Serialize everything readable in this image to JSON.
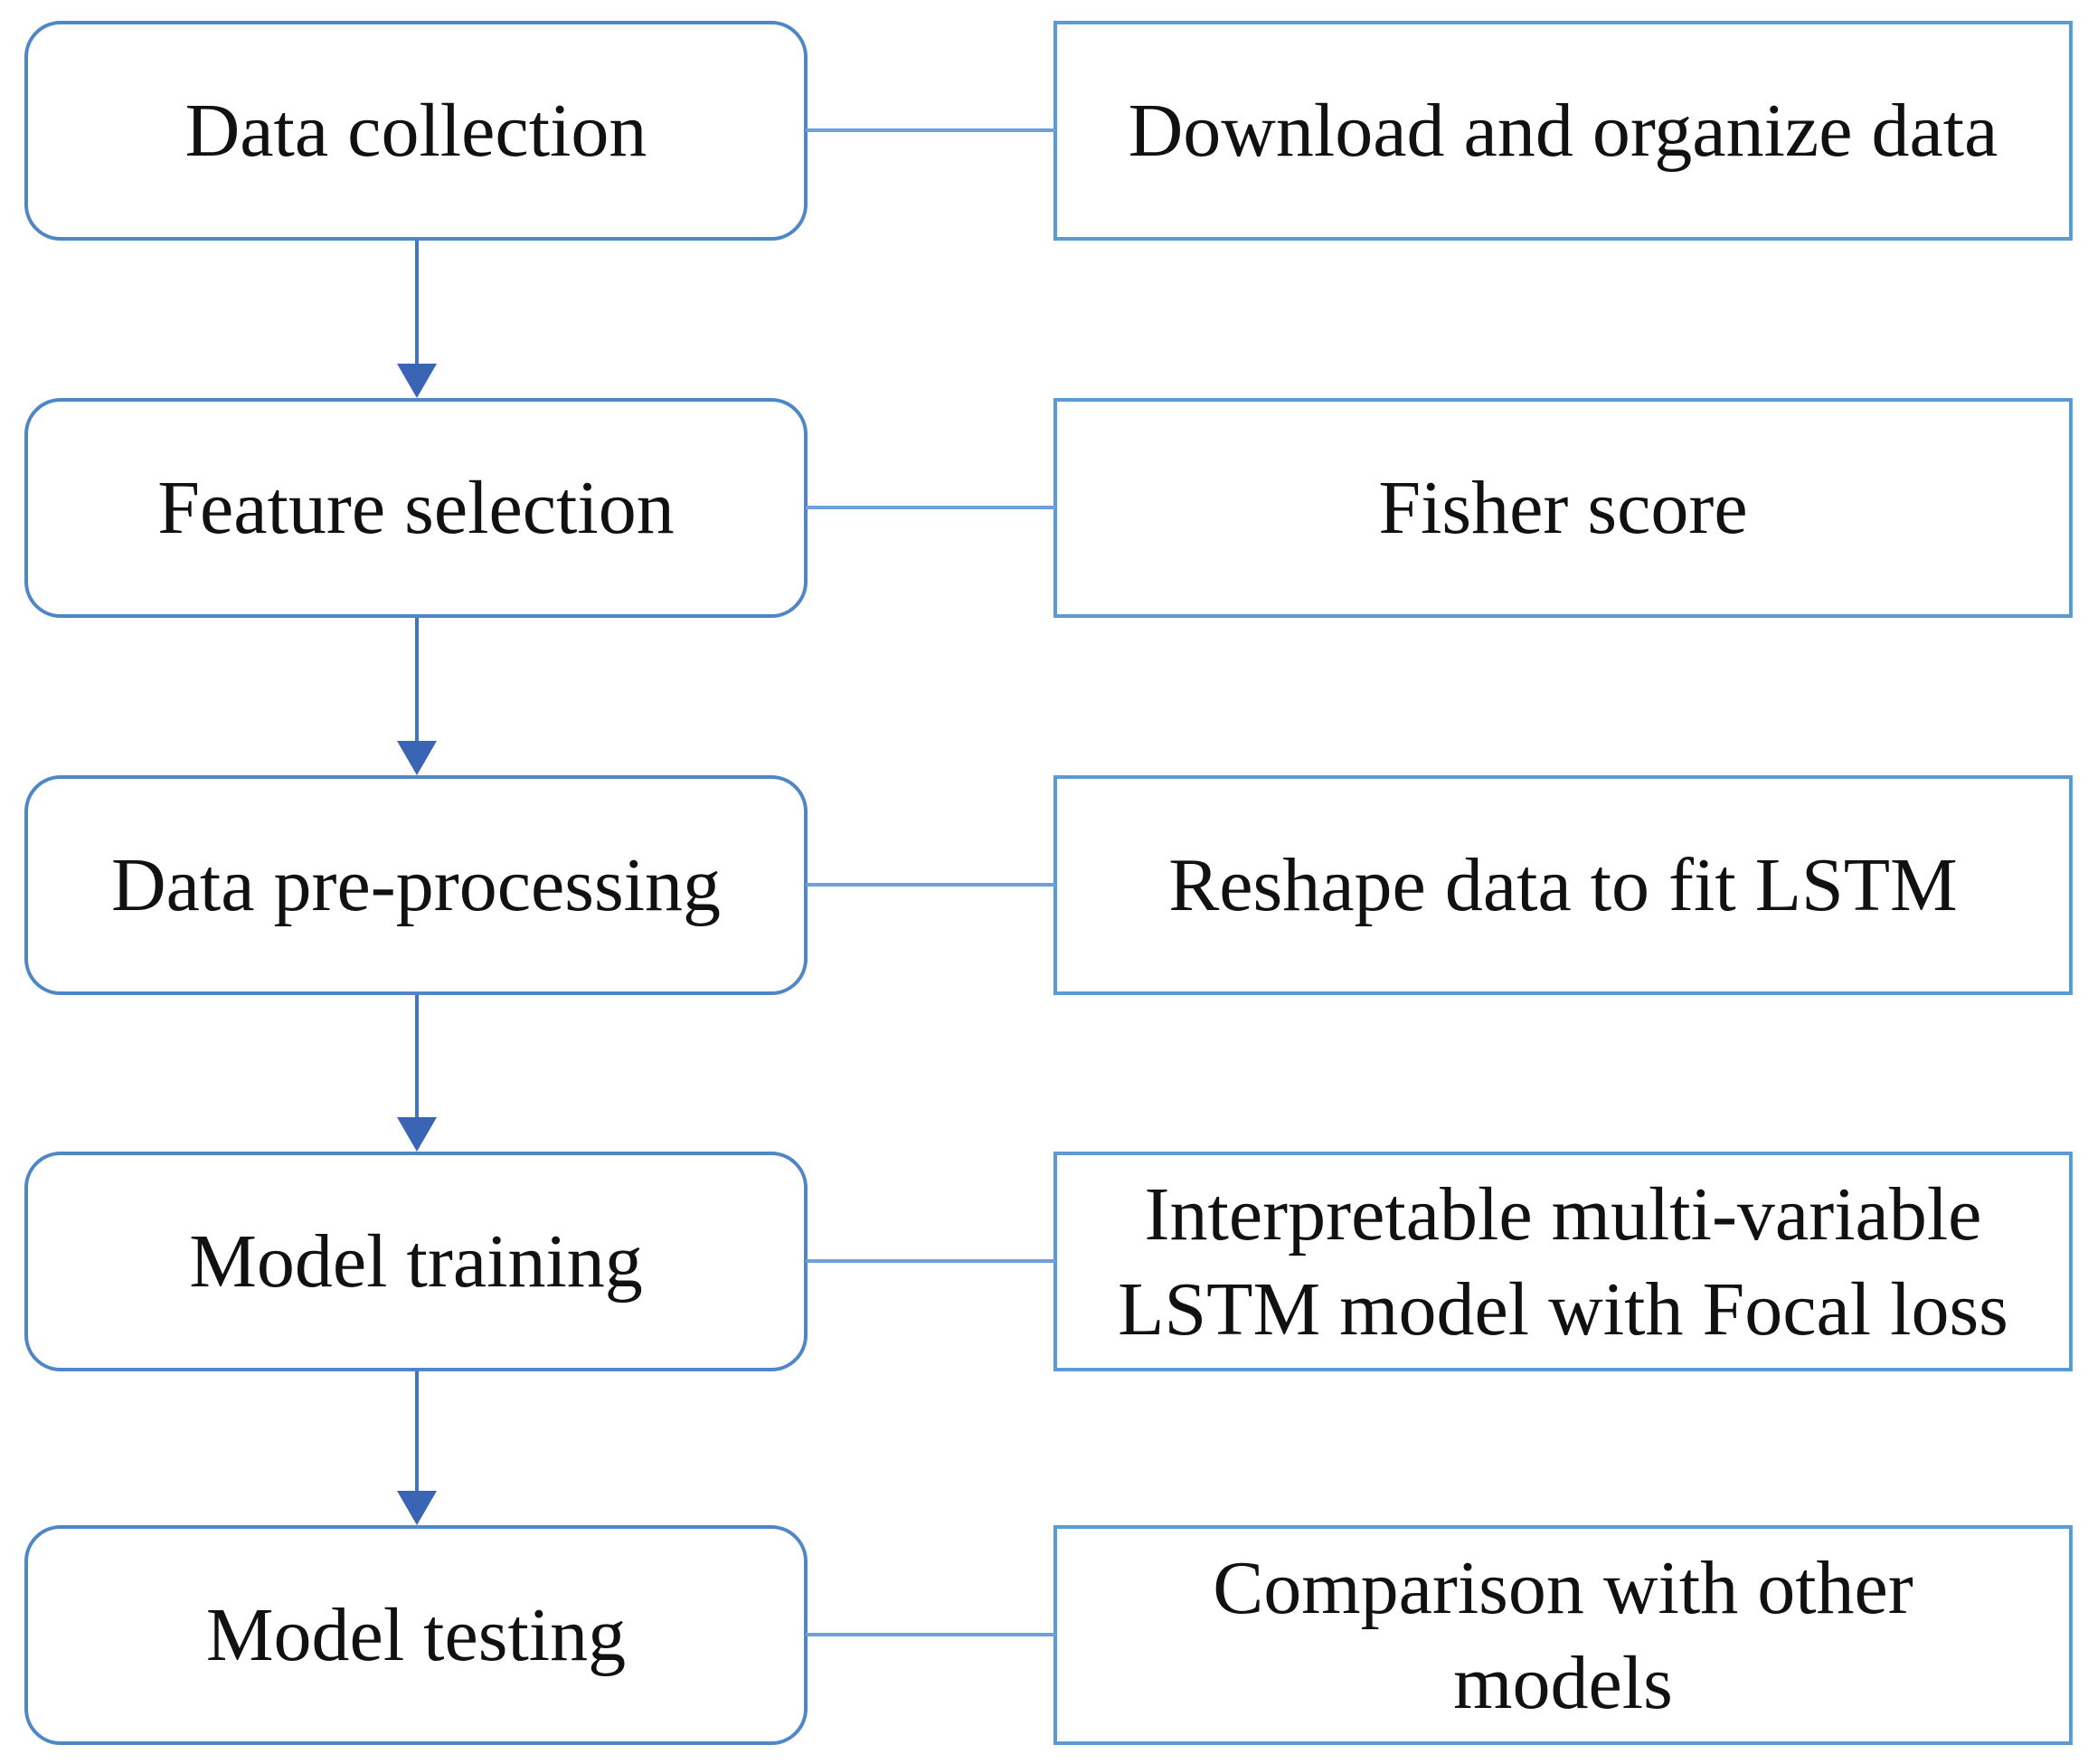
{
  "figure": {
    "type": "flowchart",
    "description": "Five-step pipeline flowchart; each step box links right to a detail box and down to the next step"
  },
  "colors": {
    "left_box_border": "#4E86C8",
    "right_box_border": "#5B9BD5",
    "connector_line": "#6FA0DC",
    "arrow_stem": "#4472C4",
    "arrow_head": "#3A64B4",
    "text": "#111111",
    "background": "#FFFFFF"
  },
  "rows": [
    {
      "step": "Data collection",
      "detail": "Download and organize data"
    },
    {
      "step": "Feature selection",
      "detail": "Fisher score"
    },
    {
      "step": "Data pre-processing",
      "detail": "Reshape data to fit LSTM"
    },
    {
      "step": "Model training",
      "detail": "Interpretable multi-variable\nLSTM model with Focal loss"
    },
    {
      "step": "Model testing",
      "detail": "Comparison with other\nmodels"
    }
  ]
}
